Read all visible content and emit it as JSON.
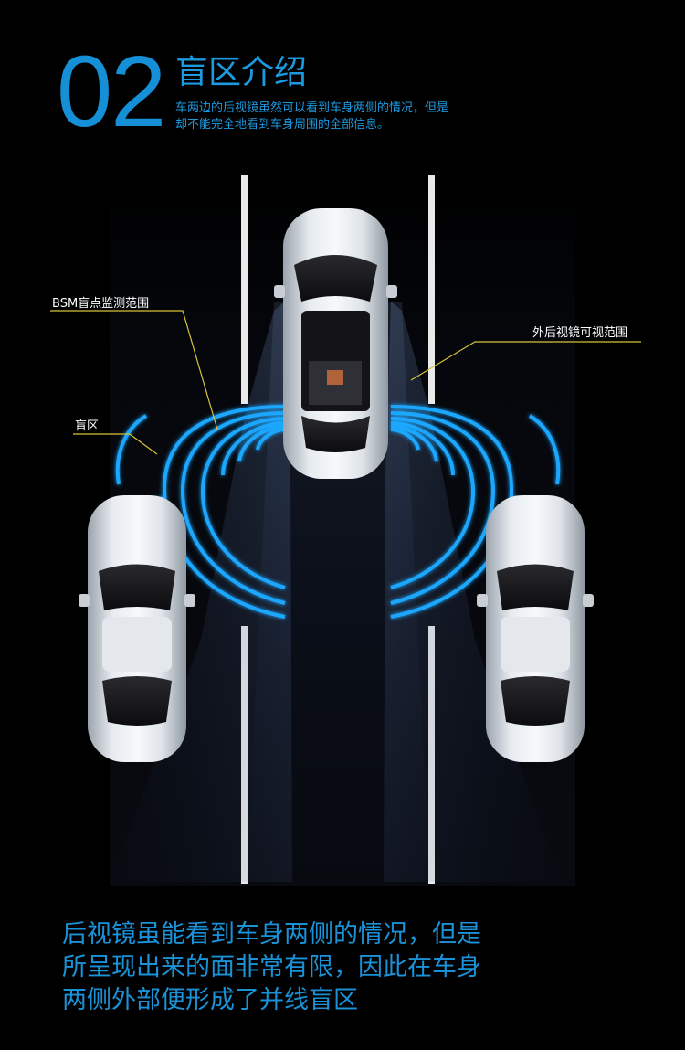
{
  "header": {
    "number": "02",
    "title": "盲区介绍",
    "subtitle_lines": [
      "车两边的后视镜虽然可以看到车身两侧的情况，但是",
      "却不能完全地看到车身周围的全部信息。"
    ]
  },
  "callouts": {
    "bsm": "BSM盲点监测范围",
    "blind_zone": "盲区",
    "mirror_view": "外后视镜可视范围"
  },
  "footer": {
    "lines": [
      "后视镜虽能看到车身两侧的情况，但是",
      "所呈现出来的面非常有限，因此在车身",
      "两侧外部便形成了并线盲区"
    ]
  },
  "colors": {
    "accent": "#1a92d8",
    "radar": "#1ea7ff",
    "callout_line": "#d7c43a",
    "background": "#000000"
  }
}
